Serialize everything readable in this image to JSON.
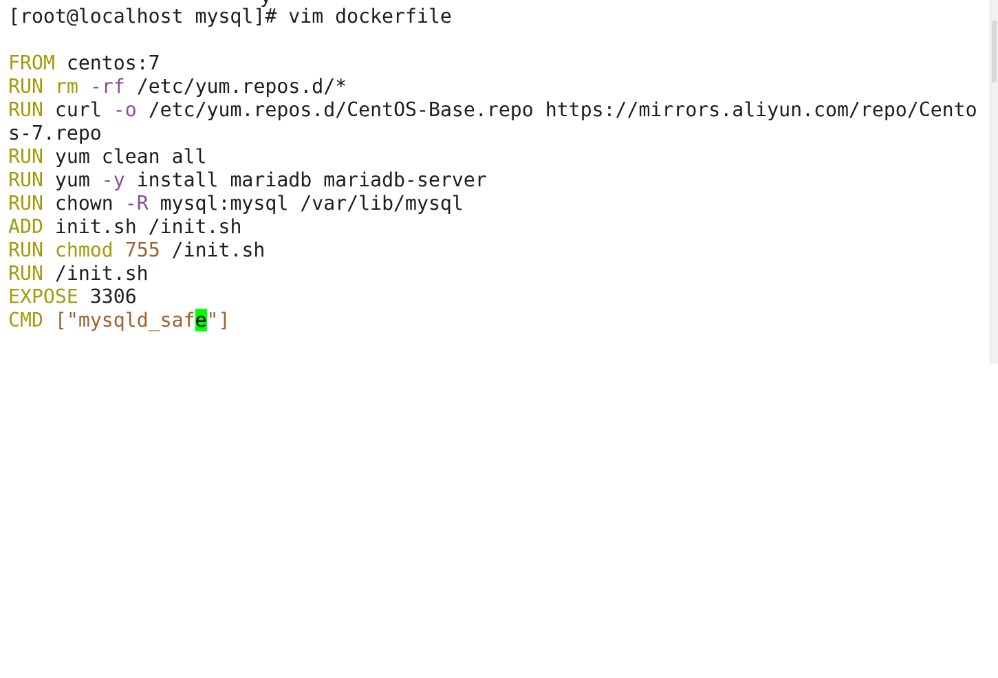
{
  "terminal": {
    "top_clip": "y",
    "prompt": "[root@localhost mysql]#",
    "command": " vim dockerfile",
    "lines": [
      {
        "kw": "FROM",
        "rest": " centos:7"
      },
      {
        "kw": "RUN",
        "cmd": "rm",
        "opt": "-rf",
        "rest": " /etc/yum.repos.d/*"
      },
      {
        "kw": "RUN",
        "cmd": "curl",
        "opt": "-o",
        "rest": " /etc/yum.repos.d/CentOS-Base.repo https://mirrors.aliyun.com/repo/Cento"
      },
      {
        "wrap": "s-7.repo"
      },
      {
        "kw": "RUN",
        "rest": " yum clean all"
      },
      {
        "kw": "RUN",
        "rest_a": " yum ",
        "opt": "-y",
        "rest": " install mariadb mariadb-server"
      },
      {
        "kw": "RUN",
        "rest_a": " chown ",
        "opt": "-R",
        "rest": " mysql:mysql /var/lib/mysql"
      },
      {
        "kw": "ADD",
        "rest": " init.sh /init.sh"
      },
      {
        "kw": "RUN",
        "cmd": "chmod",
        "num": "755",
        "rest": " /init.sh"
      },
      {
        "kw": "RUN",
        "rest": " /init.sh"
      },
      {
        "kw": "EXPOSE",
        "rest": " 3306"
      },
      {
        "kw": "CMD",
        "bracket_open": " [",
        "str_a": "\"mysqld_saf",
        "cursor_char": "e",
        "str_b": "\"",
        "bracket_close": "]"
      }
    ]
  },
  "colors": {
    "keyword": "#a39b0c",
    "option": "#8a4f98",
    "number": "#a0622d",
    "string": "#a0622d",
    "cursor": "#00ff00"
  }
}
